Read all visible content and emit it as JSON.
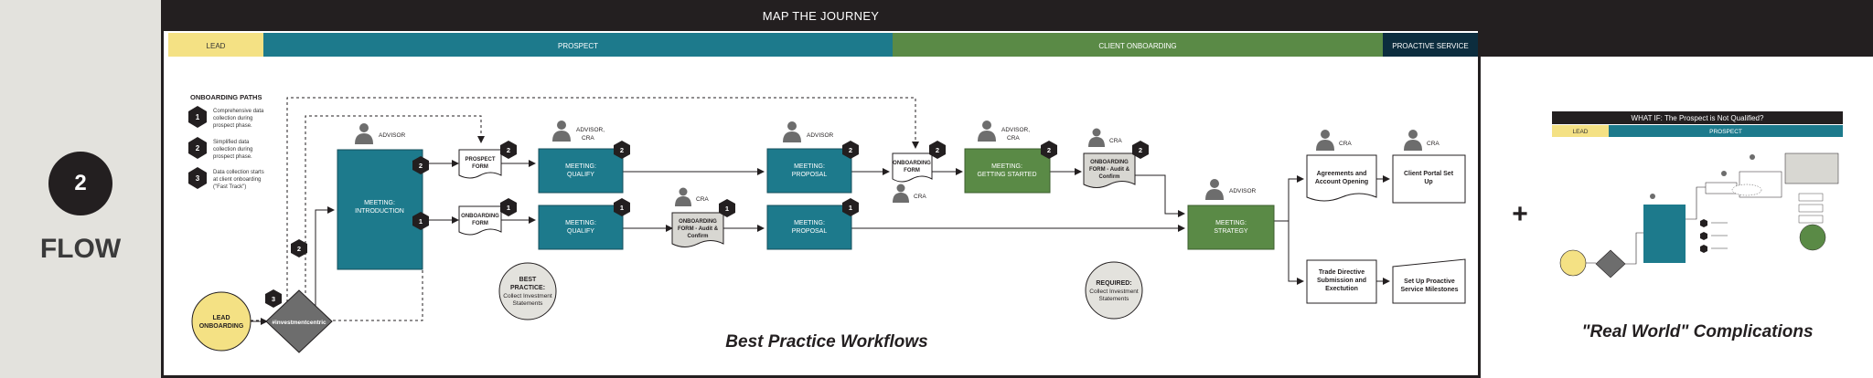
{
  "step": {
    "number": "2",
    "label": "FLOW"
  },
  "title": "MAP THE JOURNEY",
  "phases": {
    "lead": "LEAD",
    "prospect": "PROSPECT",
    "client_onboarding": "CLIENT ONBOARDING",
    "proactive_service": "PROACTIVE SERVICE"
  },
  "legend": {
    "title": "ONBOARDING PATHS",
    "items": [
      {
        "badge": "1",
        "lines": [
          "Comprehensive data",
          "collection during",
          "prospect phase."
        ]
      },
      {
        "badge": "2",
        "lines": [
          "Simplified data",
          "collection during",
          "prospect phase."
        ]
      },
      {
        "badge": "3",
        "lines": [
          "Data collection starts",
          "at client onboarding",
          "(\"Fast Track\")"
        ]
      }
    ]
  },
  "nodes": {
    "lead_onboarding": [
      "LEAD",
      "ONBOARDING"
    ],
    "decision": "#investmentcentric",
    "meeting_intro": [
      "MEETING:",
      "INTRODUCTION"
    ],
    "prospect_form": [
      "PROSPECT",
      "FORM"
    ],
    "onboarding_form": [
      "ONBOARDING",
      "FORM"
    ],
    "qualify_top": [
      "MEETING:",
      "QUALIFY"
    ],
    "qualify_bottom": [
      "MEETING:",
      "QUALIFY"
    ],
    "onb_audit_mid": [
      "ONBOARDING",
      "FORM - Audit &",
      "Confirm"
    ],
    "proposal_top": [
      "MEETING:",
      "PROPOSAL"
    ],
    "proposal_bottom": [
      "MEETING:",
      "PROPOSAL"
    ],
    "onb_form2": [
      "ONBOARDING",
      "FORM"
    ],
    "getting_started": [
      "MEETING:",
      "GETTING STARTED"
    ],
    "onb_audit_right": [
      "ONBOARDING",
      "FORM - Audit &",
      "Confirm"
    ],
    "strategy": [
      "MEETING:",
      "STRATEGY"
    ],
    "agreements": [
      "Agreements and",
      "Account Opening"
    ],
    "portal": [
      "Client Portal Set",
      "Up"
    ],
    "trade": [
      "Trade Directive",
      "Submission and",
      "Exectution"
    ],
    "milestones": [
      "Set Up Proactive",
      "Service Milestones"
    ]
  },
  "roles": {
    "advisor": "ADVISOR",
    "advisor_cra": [
      "ADVISOR,",
      "CRA"
    ],
    "cra": "CRA"
  },
  "badges": {
    "one": "1",
    "two": "2",
    "three": "3"
  },
  "best_practice": [
    "BEST",
    "PRACTICE:",
    "Collect Investment",
    "Statements"
  ],
  "required": [
    "REQUIRED:",
    "Collect Investment",
    "Statements"
  ],
  "caption_main": "Best Practice Workflows",
  "plus": "+",
  "whatif": {
    "title": "WHAT IF: The Prospect is Not Qualified?",
    "lead": "LEAD",
    "prospect": "PROSPECT",
    "caption": "\"Real World\" Complications"
  },
  "colors": {
    "dark": "#231f20",
    "teal": "#1d7a8c",
    "green": "#5a8a46",
    "yellow": "#f4e184",
    "grey": "#6d6d6d",
    "navy": "#0c2d3e"
  }
}
